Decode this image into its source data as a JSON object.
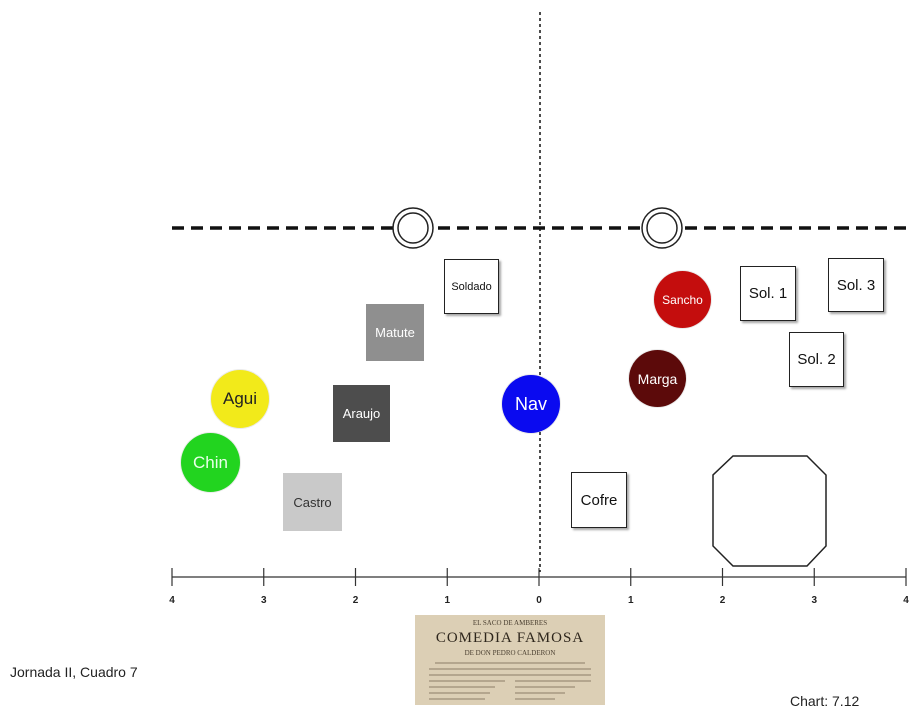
{
  "axis": {
    "ticks": [
      "4",
      "3",
      "2",
      "1",
      "0",
      "1",
      "2",
      "3",
      "4"
    ]
  },
  "characters": {
    "soldado": "Soldado",
    "matute": "Matute",
    "agui": "Agui",
    "araujo": "Araujo",
    "chin": "Chin",
    "castro": "Castro",
    "nav": "Nav",
    "sancho": "Sancho",
    "marga": "Marga",
    "sol1": "Sol. 1",
    "sol2": "Sol. 2",
    "sol3": "Sol. 3",
    "cofre": "Cofre"
  },
  "colors": {
    "agui": "#f2ea1a",
    "chin": "#22d41f",
    "nav": "#0a0af0",
    "sancho": "#c40d0d",
    "marga": "#5c0a0a",
    "matute": "#8f8f8f",
    "araujo": "#4d4d4d",
    "castro": "#c9c9c9"
  },
  "book": {
    "line1": "EL SACO DE AMBERES",
    "line2": "COMEDIA FAMOSA",
    "line3": "DE DON PEDRO CALDERON"
  },
  "captions": {
    "left": "Jornada II, Cuadro 7",
    "right": "Chart: 7.12"
  }
}
